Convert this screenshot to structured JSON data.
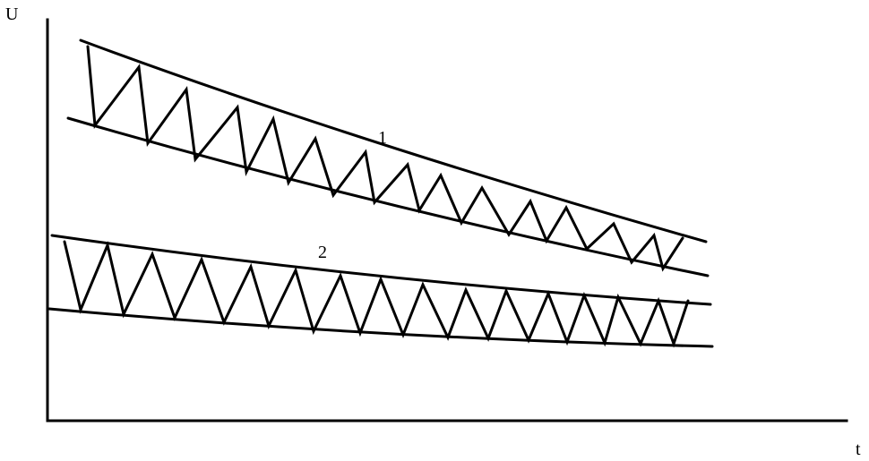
{
  "axes": {
    "y_label": "U",
    "x_label": "t"
  },
  "curves": [
    {
      "label": "1"
    },
    {
      "label": "2"
    }
  ]
}
